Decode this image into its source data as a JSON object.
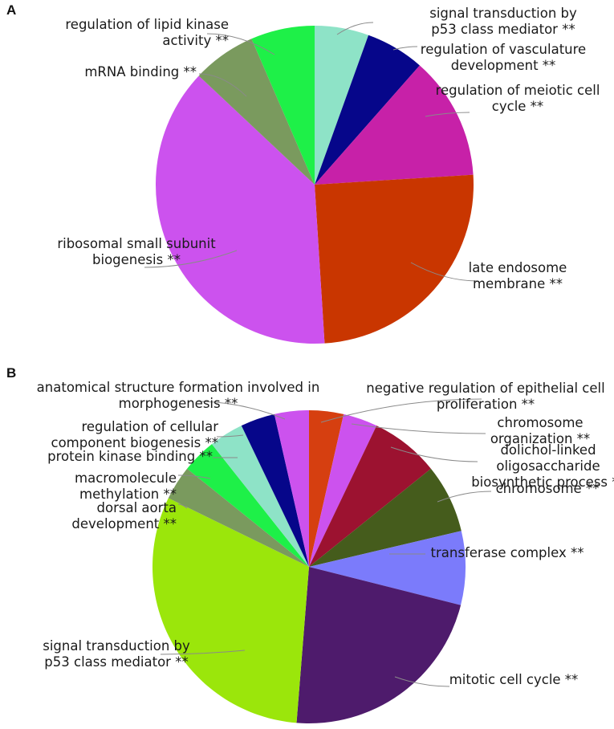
{
  "chart_data": [
    {
      "panel": "A",
      "type": "pie",
      "unit": "",
      "slices": [
        {
          "label": "signal transduction by p53 class mediator **",
          "value": 5.5,
          "color": "#8ee3c7"
        },
        {
          "label": "regulation of vasculature development **",
          "value": 6.0,
          "color": "#06068a"
        },
        {
          "label": "regulation of meiotic cell cycle **",
          "value": 12.5,
          "color": "#c721a8"
        },
        {
          "label": "late endosome membrane **",
          "value": 25.0,
          "color": "#c93600"
        },
        {
          "label": "ribosomal small subunit biogenesis **",
          "value": 38.0,
          "color": "#cc52ee"
        },
        {
          "label": "mRNA binding **",
          "value": 6.5,
          "color": "#7a9a5e"
        },
        {
          "label": "regulation of lipid kinase activity **",
          "value": 6.5,
          "color": "#1ef048"
        }
      ]
    },
    {
      "panel": "B",
      "type": "pie",
      "unit": "",
      "slices": [
        {
          "label": "negative regulation of epithelial cell proliferation **",
          "value": 3.5,
          "color": "#d63f10"
        },
        {
          "label": "chromosome organization **",
          "value": 3.5,
          "color": "#cc52ee"
        },
        {
          "label": "dolichol-linked oligosaccharide biosynthetic process **",
          "value": 7.0,
          "color": "#9c1230"
        },
        {
          "label": "chromosome **",
          "value": 7.0,
          "color": "#455c1c"
        },
        {
          "label": "transferase complex **",
          "value": 7.5,
          "color": "#7b7bfb"
        },
        {
          "label": "mitotic cell cycle **",
          "value": 22.0,
          "color": "#4e1b6c"
        },
        {
          "label": "signal transduction by p53 class mediator **",
          "value": 30.5,
          "color": "#9be60b"
        },
        {
          "label": "dorsal aorta development **",
          "value": 3.5,
          "color": "#7a9a5e"
        },
        {
          "label": "macromolecule methylation **",
          "value": 3.5,
          "color": "#1ef048"
        },
        {
          "label": "protein kinase binding **",
          "value": 3.5,
          "color": "#8ee3c7"
        },
        {
          "label": "regulation of cellular component biogenesis **",
          "value": 3.5,
          "color": "#06068a"
        },
        {
          "label": "anatomical structure formation involved in morphogenesis **",
          "value": 3.5,
          "color": "#cc52ee"
        }
      ]
    }
  ],
  "labels": {
    "A": [
      {
        "lines": [
          "signal transduction by",
          "p53 class mediator **"
        ]
      },
      {
        "lines": [
          "regulation of vasculature",
          "development **"
        ]
      },
      {
        "lines": [
          "regulation of meiotic cell",
          "cycle **"
        ]
      },
      {
        "lines": [
          "late endosome",
          "membrane **"
        ]
      },
      {
        "lines": [
          "ribosomal small subunit",
          "biogenesis **"
        ]
      },
      {
        "lines": [
          "mRNA binding **"
        ]
      },
      {
        "lines": [
          "regulation of lipid kinase",
          "activity **"
        ]
      }
    ],
    "B": [
      {
        "lines": [
          "negative regulation of epithelial cell",
          "proliferation **"
        ]
      },
      {
        "lines": [
          "chromosome",
          "organization **"
        ]
      },
      {
        "lines": [
          "dolichol-linked",
          "oligosaccharide",
          "biosynthetic process **"
        ]
      },
      {
        "lines": [
          "chromosome **"
        ]
      },
      {
        "lines": [
          "transferase complex **"
        ]
      },
      {
        "lines": [
          "mitotic cell cycle **"
        ]
      },
      {
        "lines": [
          "signal transduction by",
          "p53 class mediator **"
        ]
      },
      {
        "lines": [
          "dorsal aorta",
          "development **"
        ]
      },
      {
        "lines": [
          "macromolecule",
          "methylation **"
        ]
      },
      {
        "lines": [
          "protein kinase binding **"
        ]
      },
      {
        "lines": [
          "regulation of cellular",
          "component biogenesis **"
        ]
      },
      {
        "lines": [
          "anatomical structure formation involved in",
          "morphogenesis **"
        ]
      }
    ]
  },
  "panel_letters": [
    "A",
    "B"
  ]
}
